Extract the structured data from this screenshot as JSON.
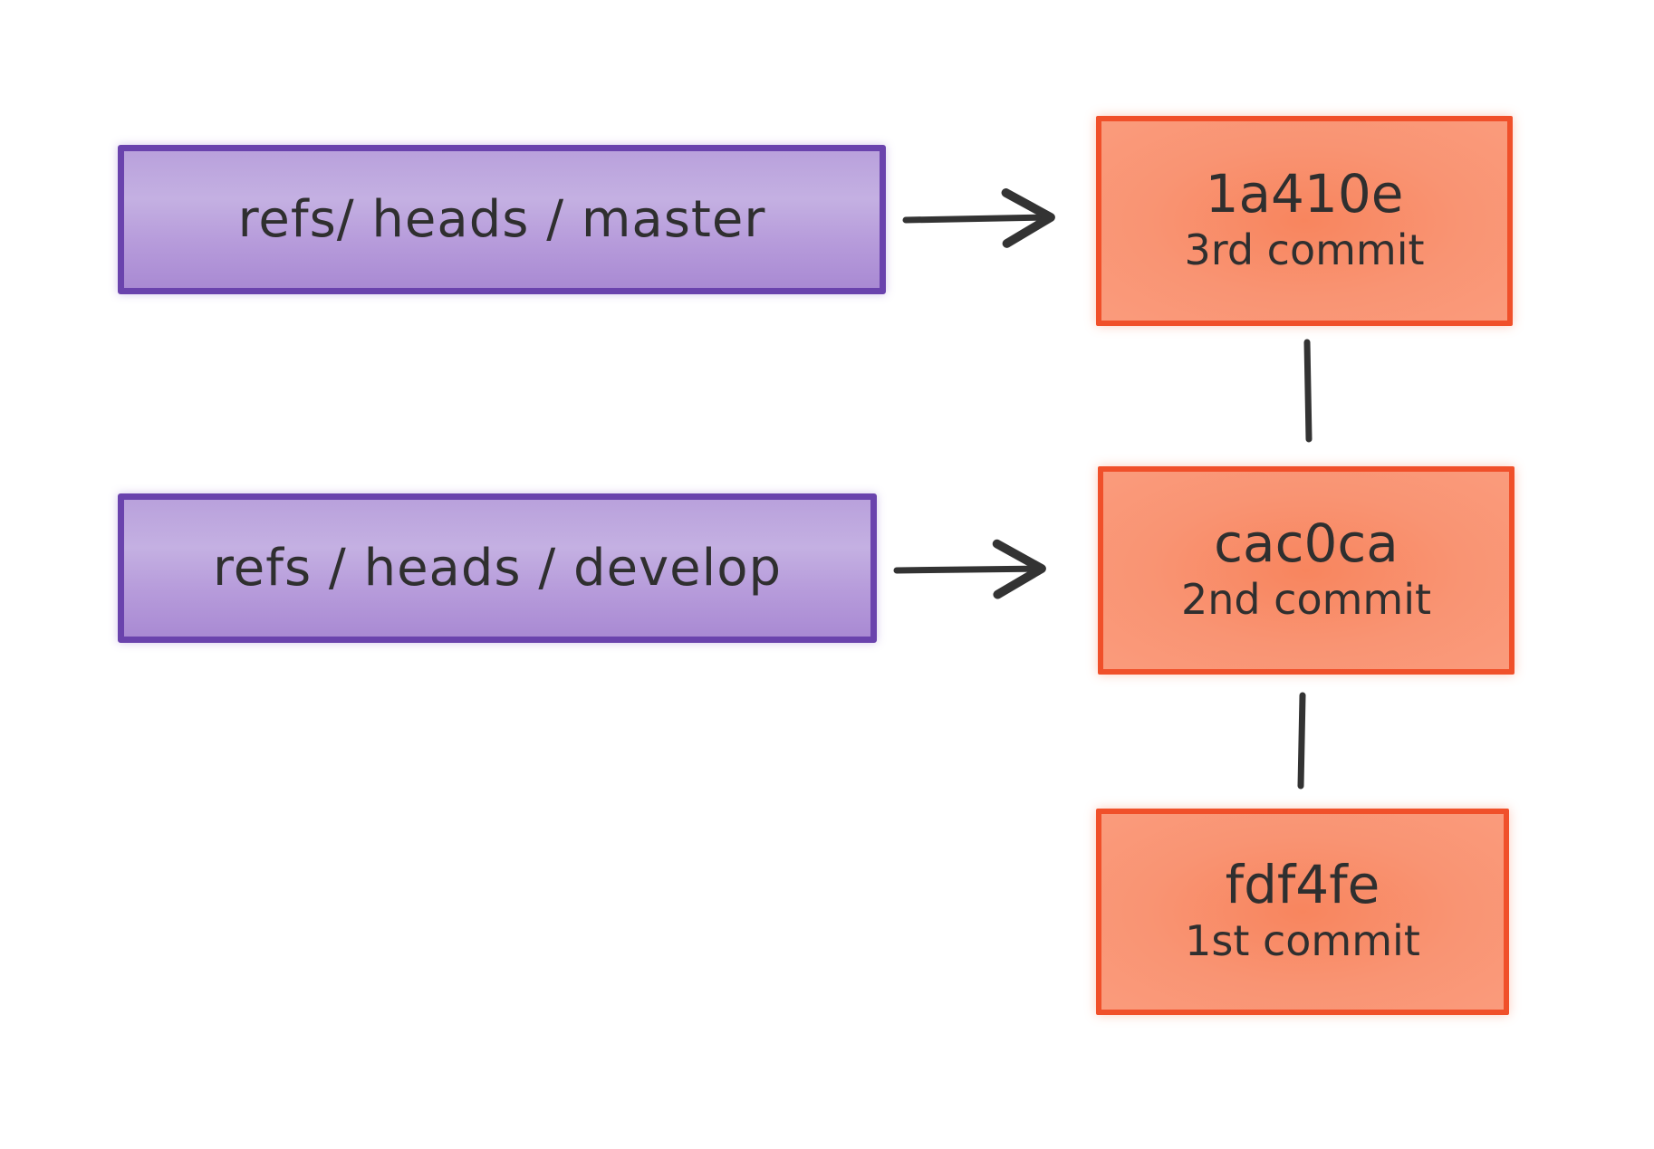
{
  "refs": [
    {
      "label": "refs/ heads / master",
      "target": "1a410e"
    },
    {
      "label": "refs / heads / develop",
      "target": "cac0ca"
    }
  ],
  "commits": [
    {
      "hash": "1a410e",
      "message": "3rd commit"
    },
    {
      "hash": "cac0ca",
      "message": "2nd commit"
    },
    {
      "hash": "fdf4fe",
      "message": "1st commit"
    }
  ],
  "colors": {
    "ref_fill": "#bba3dd",
    "ref_border": "#6a43ad",
    "commit_fill": "#f98c66",
    "commit_border": "#f0502a",
    "ink": "#2f2f2f"
  }
}
